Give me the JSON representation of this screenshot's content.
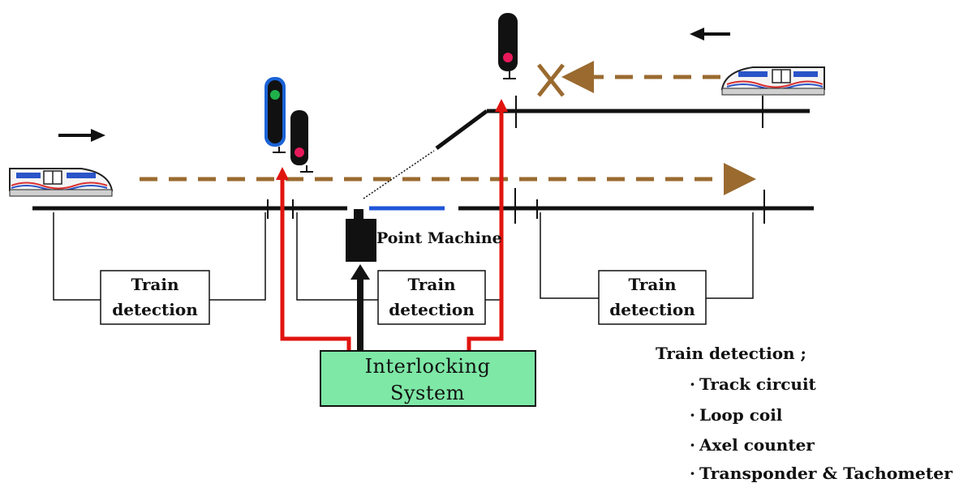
{
  "detection_boxes": [
    {
      "line1": "Train",
      "line2": "detection"
    },
    {
      "line1": "Train",
      "line2": "detection"
    },
    {
      "line1": "Train",
      "line2": "detection"
    }
  ],
  "point_machine_label": "Point Machine",
  "interlocking": {
    "line1": "Interlocking",
    "line2": "System",
    "fill": "#7ee8a6"
  },
  "legend": {
    "title": "Train detection ;",
    "items": [
      "Track circuit",
      "Loop coil",
      "Axel counter",
      "Transponder & Tachometer"
    ]
  },
  "colors": {
    "signal_green": "#1fb14a",
    "signal_red": "#e8195a",
    "signal_highlight": "#1b63d6",
    "control_line": "#e0140f",
    "route_arrow": "#9a6a2f",
    "point_blade": "#1f55d8"
  },
  "icons": [
    "train-icon",
    "signal-icon",
    "point-machine-icon",
    "cross-icon"
  ]
}
